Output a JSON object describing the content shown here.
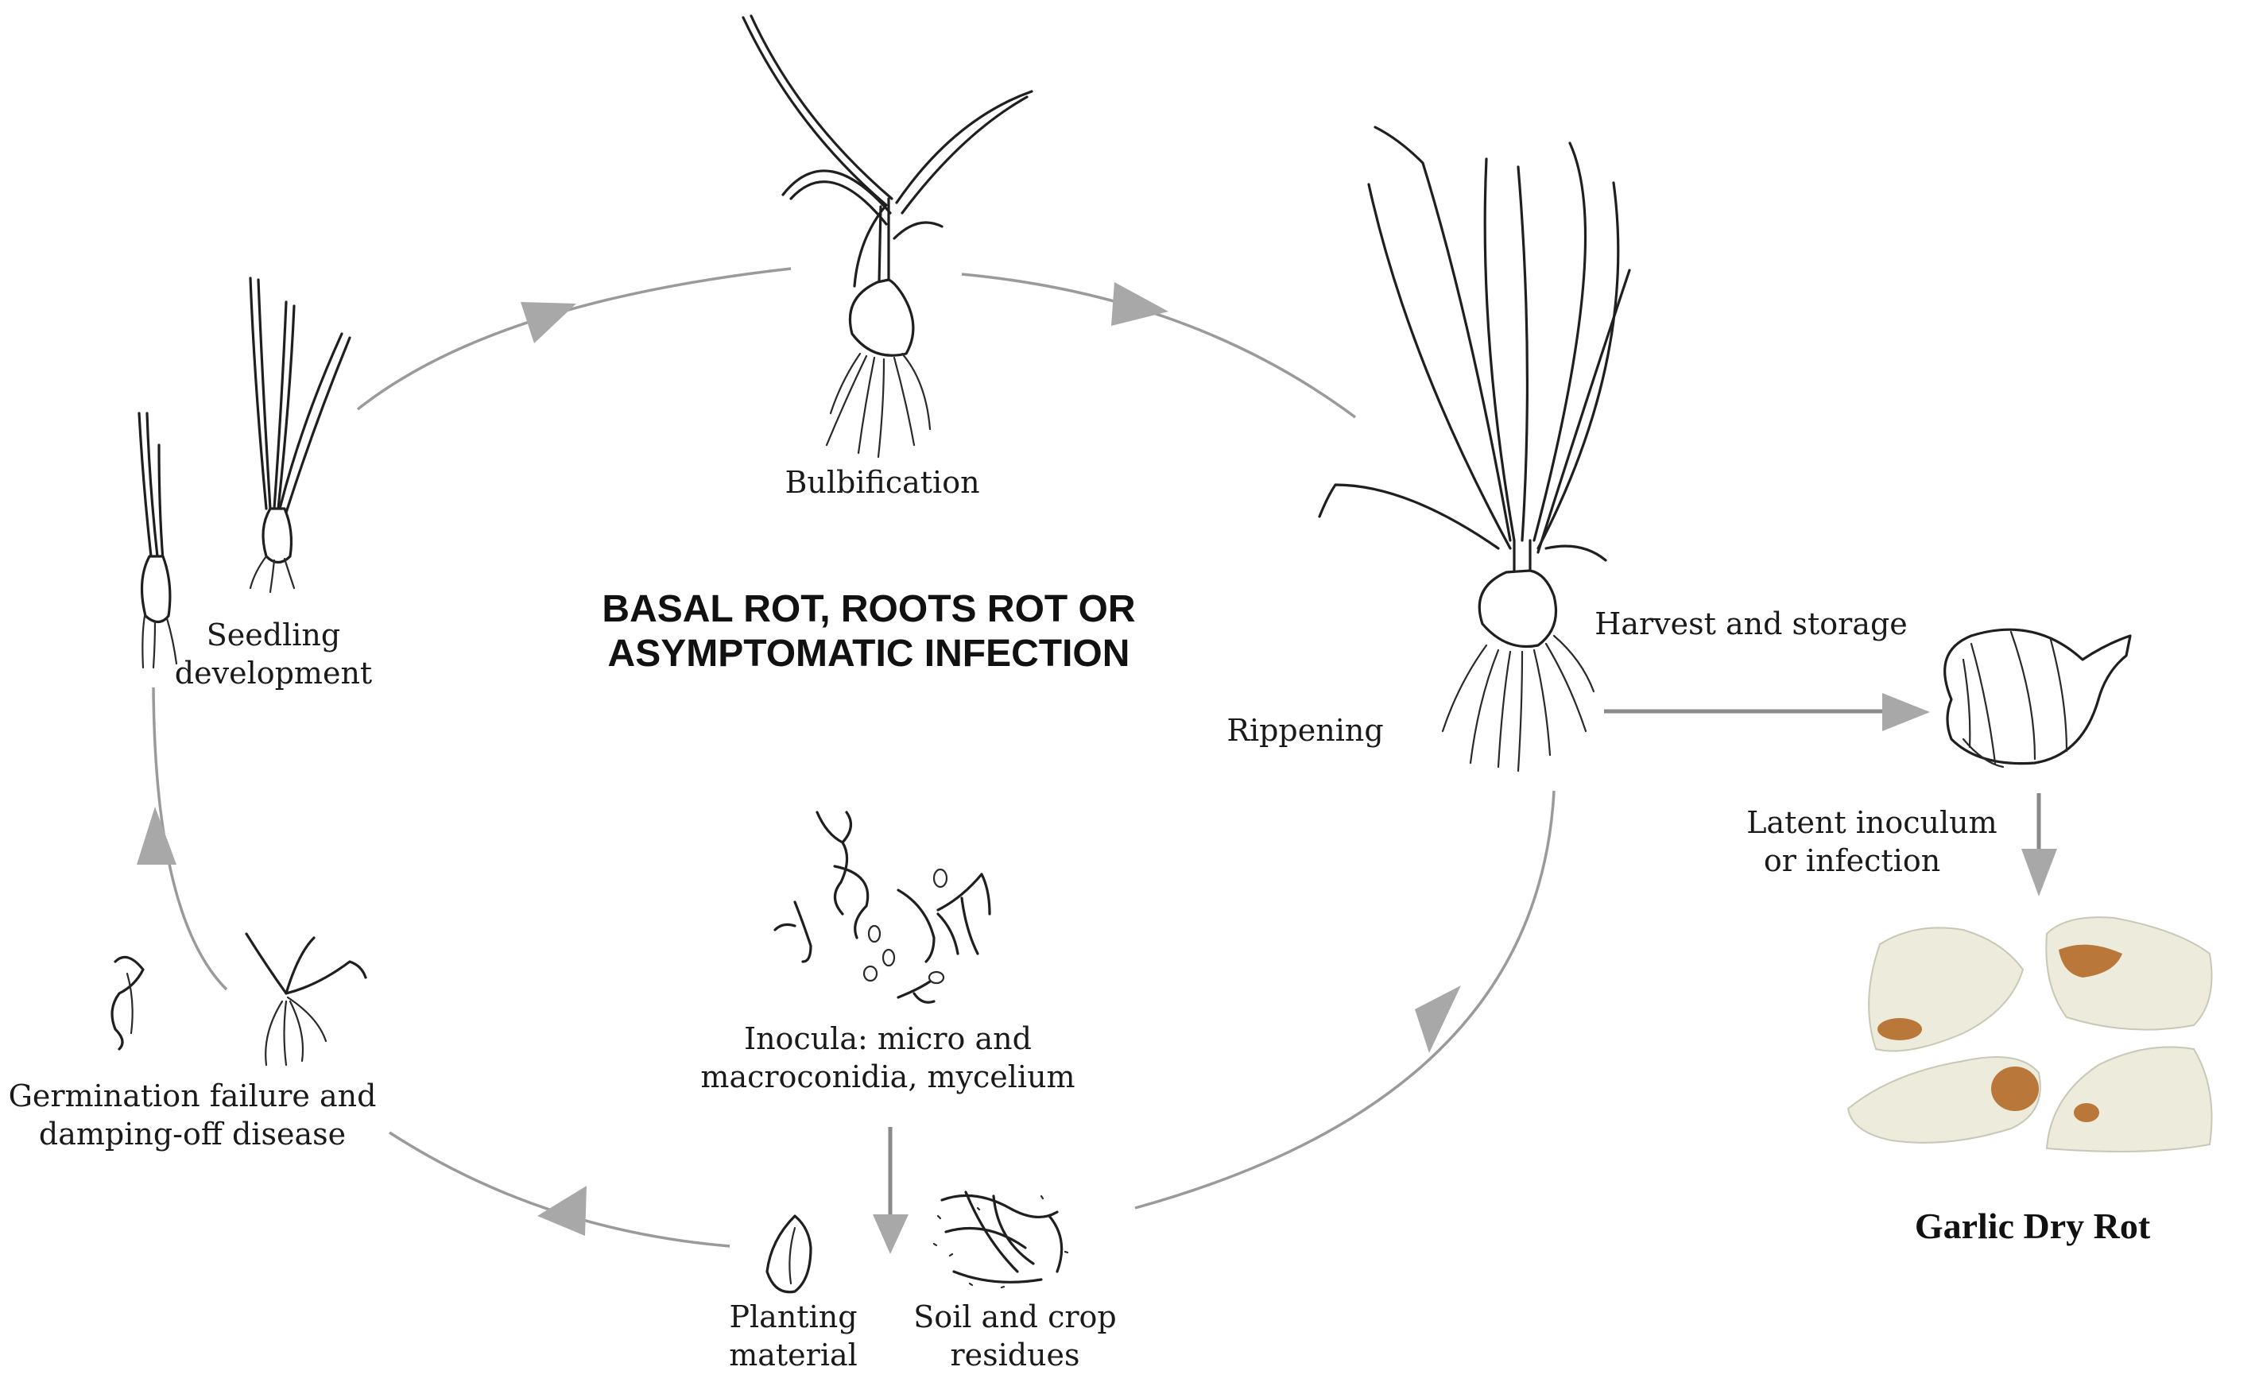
{
  "stages": {
    "bulbification": "Bulbification",
    "rippening": "Rippening",
    "harvest": "Harvest and storage",
    "latent_line1": "Latent inoculum",
    "latent_line2": "or infection",
    "inocula_line1": "Inocula: micro and",
    "inocula_line2": "macroconidia, mycelium",
    "soil_line1": "Soil and crop",
    "soil_line2": "residues",
    "planting_line1": "Planting",
    "planting_line2": "material",
    "germination_line1": "Germination failure and",
    "germination_line2": "damping-off disease",
    "seedling_line1": "Seedling",
    "seedling_line2": "development"
  },
  "center": {
    "line1": "BASAL ROT,  ROOTS ROT OR",
    "line2": "ASYMPTOMATIC INFECTION"
  },
  "final": {
    "title": "Garlic Dry Rot"
  },
  "colors": {
    "arrow": "#9a9a9a",
    "ink": "#1f1f1f",
    "clove": "#ecebdc",
    "lesion": "#b9783a"
  }
}
